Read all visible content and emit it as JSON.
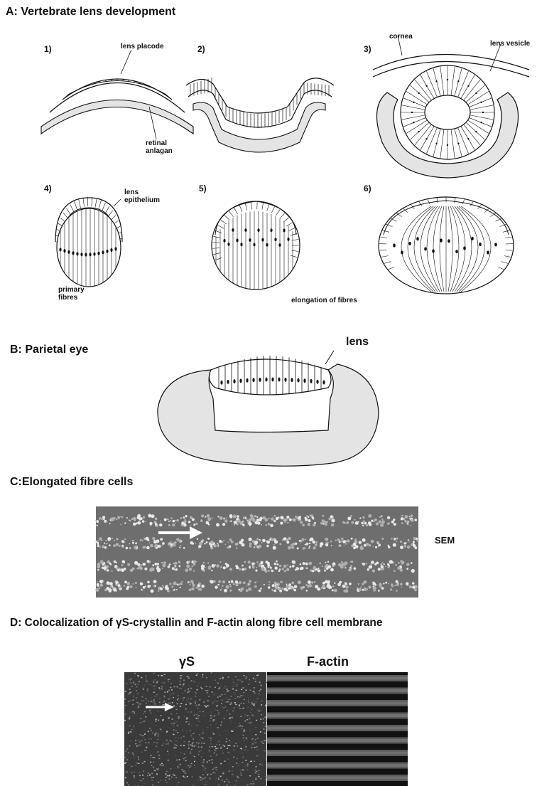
{
  "panel_a": {
    "heading": "A: Vertebrate lens development",
    "stages": [
      "1)",
      "2)",
      "3)",
      "4)",
      "5)",
      "6)"
    ],
    "labels": {
      "lens_placode": "lens placode",
      "retinal_anlagan_1": "retinal",
      "retinal_anlagan_2": "anlagan",
      "cornea": "cornea",
      "lens_vesicle": "lens vesicle",
      "lens_epithelium_1": "lens",
      "lens_epithelium_2": "epithelium",
      "primary_fibres_1": "primary",
      "primary_fibres_2": "fibres",
      "elongation": "elongation of fibres"
    }
  },
  "panel_b": {
    "heading": "B: Parietal eye",
    "lens_label": "lens"
  },
  "panel_c": {
    "heading": "C:Elongated fibre cells",
    "side_label": "SEM"
  },
  "panel_d": {
    "heading": "D: Colocalization of γS-crystallin and F-actin along fibre cell membrane",
    "left_title": "γS",
    "right_title": "F-actin"
  },
  "colors": {
    "stipple_fill": "#e4e4e4",
    "sem_background": "#6e6e6e",
    "factin_background": "#111111"
  }
}
